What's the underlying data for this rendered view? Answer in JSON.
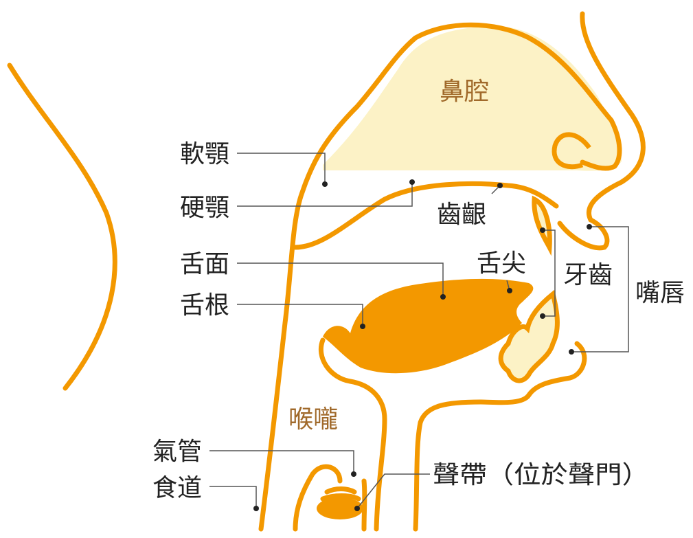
{
  "colors": {
    "outline": "#F39800",
    "tongue_fill": "#F39800",
    "cavity_fill": "#FCF2C6",
    "region_label": "#A0692A",
    "leader_line": "#555555",
    "label_text": "#222222"
  },
  "regions": {
    "nasal_cavity": "鼻腔",
    "throat": "喉嚨"
  },
  "labels": {
    "soft_palate": "軟顎",
    "hard_palate": "硬顎",
    "gums": "齒齦",
    "tongue_surface": "舌面",
    "tongue_tip": "舌尖",
    "teeth": "牙齒",
    "tongue_root": "舌根",
    "lips": "嘴唇",
    "trachea": "氣管",
    "esophagus": "食道",
    "vocal_cords": "聲帶（位於聲門）"
  }
}
